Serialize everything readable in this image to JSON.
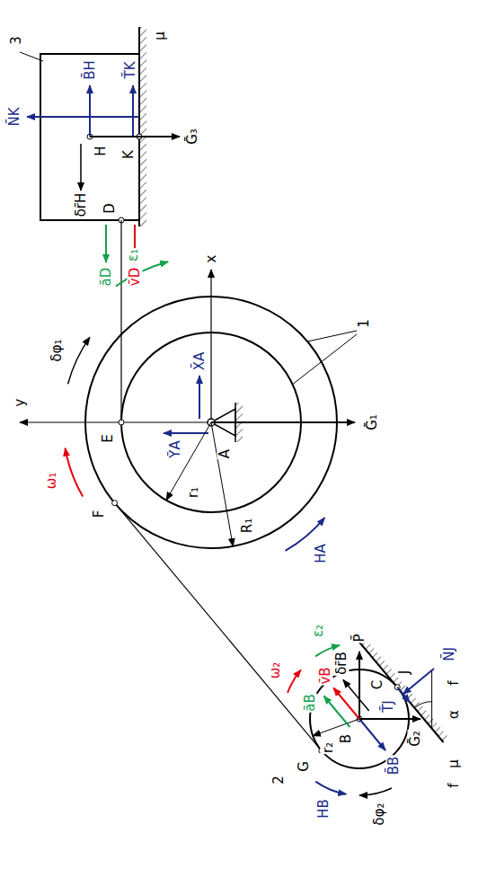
{
  "diagram": {
    "labels": [
      "3",
      "μ",
      "T̄K",
      "B̄H",
      "N̄K",
      "H",
      "K",
      "Ḡ₃",
      "δr̄H",
      "D",
      "āD",
      "v̄D",
      "y",
      "E",
      "ȲA",
      "X̄A",
      "x",
      "A",
      "Ḡ₁",
      "ω₁",
      "δφ₁",
      "ε₁",
      "HA",
      "r₁",
      "R₁",
      "1",
      "F",
      "G",
      "P̄",
      "ω₂",
      "ε₂",
      "δφ₂",
      "HB",
      "v̄B",
      "āB",
      "δr̄B",
      "B",
      "B̄B",
      "Ḡ₂",
      "N̄J",
      "T̄J",
      "J",
      "C",
      "α",
      "f",
      "μ",
      "r₂",
      "2",
      "f"
    ]
  }
}
